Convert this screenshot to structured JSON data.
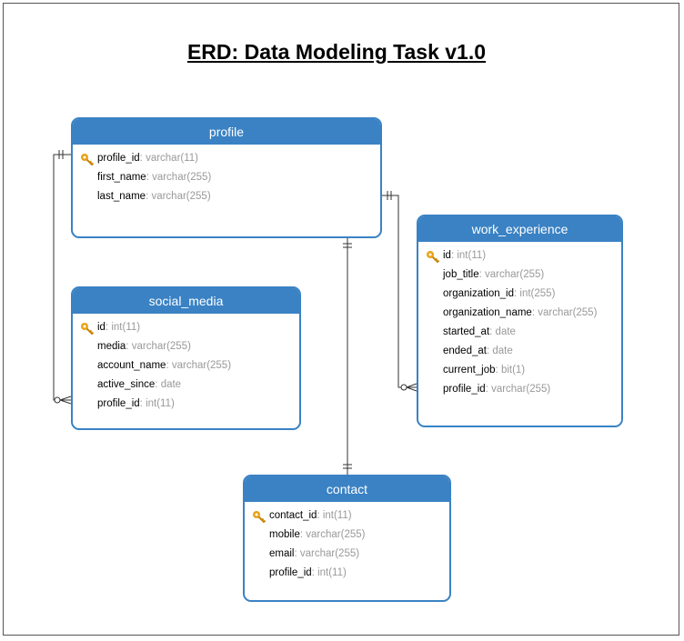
{
  "title": "ERD: Data Modeling Task v1.0",
  "colors": {
    "header": "#3a82c4",
    "line": "#333333",
    "type_text": "#999999"
  },
  "tables": {
    "profile": {
      "name": "profile",
      "columns": [
        {
          "name": "profile_id",
          "type": "varchar(11)",
          "pk": true
        },
        {
          "name": "first_name",
          "type": "varchar(255)",
          "pk": false
        },
        {
          "name": "last_name",
          "type": "varchar(255)",
          "pk": false
        }
      ]
    },
    "social_media": {
      "name": "social_media",
      "columns": [
        {
          "name": "id",
          "type": "int(11)",
          "pk": true
        },
        {
          "name": "media",
          "type": "varchar(255)",
          "pk": false
        },
        {
          "name": "account_name",
          "type": "varchar(255)",
          "pk": false
        },
        {
          "name": "active_since",
          "type": "date",
          "pk": false
        },
        {
          "name": "profile_id",
          "type": "int(11)",
          "pk": false
        }
      ]
    },
    "work_experience": {
      "name": "work_experience",
      "columns": [
        {
          "name": "id",
          "type": "int(11)",
          "pk": true
        },
        {
          "name": "job_title",
          "type": "varchar(255)",
          "pk": false
        },
        {
          "name": "organization_id",
          "type": "int(255)",
          "pk": false
        },
        {
          "name": "organization_name",
          "type": "varchar(255)",
          "pk": false
        },
        {
          "name": "started_at",
          "type": "date",
          "pk": false
        },
        {
          "name": "ended_at",
          "type": "date",
          "pk": false
        },
        {
          "name": "current_job",
          "type": "bit(1)",
          "pk": false
        },
        {
          "name": "profile_id",
          "type": "varchar(255)",
          "pk": false
        }
      ]
    },
    "contact": {
      "name": "contact",
      "columns": [
        {
          "name": "contact_id",
          "type": "int(11)",
          "pk": true
        },
        {
          "name": "mobile",
          "type": "varchar(255)",
          "pk": false
        },
        {
          "name": "email",
          "type": "varchar(255)",
          "pk": false
        },
        {
          "name": "profile_id",
          "type": "int(11)",
          "pk": false
        }
      ]
    }
  },
  "relationships": [
    {
      "from": "profile",
      "to": "social_media",
      "from_card": "one",
      "to_card": "zero-or-many"
    },
    {
      "from": "profile",
      "to": "work_experience",
      "from_card": "one",
      "to_card": "zero-or-many"
    },
    {
      "from": "profile",
      "to": "contact",
      "from_card": "one",
      "to_card": "one"
    }
  ]
}
